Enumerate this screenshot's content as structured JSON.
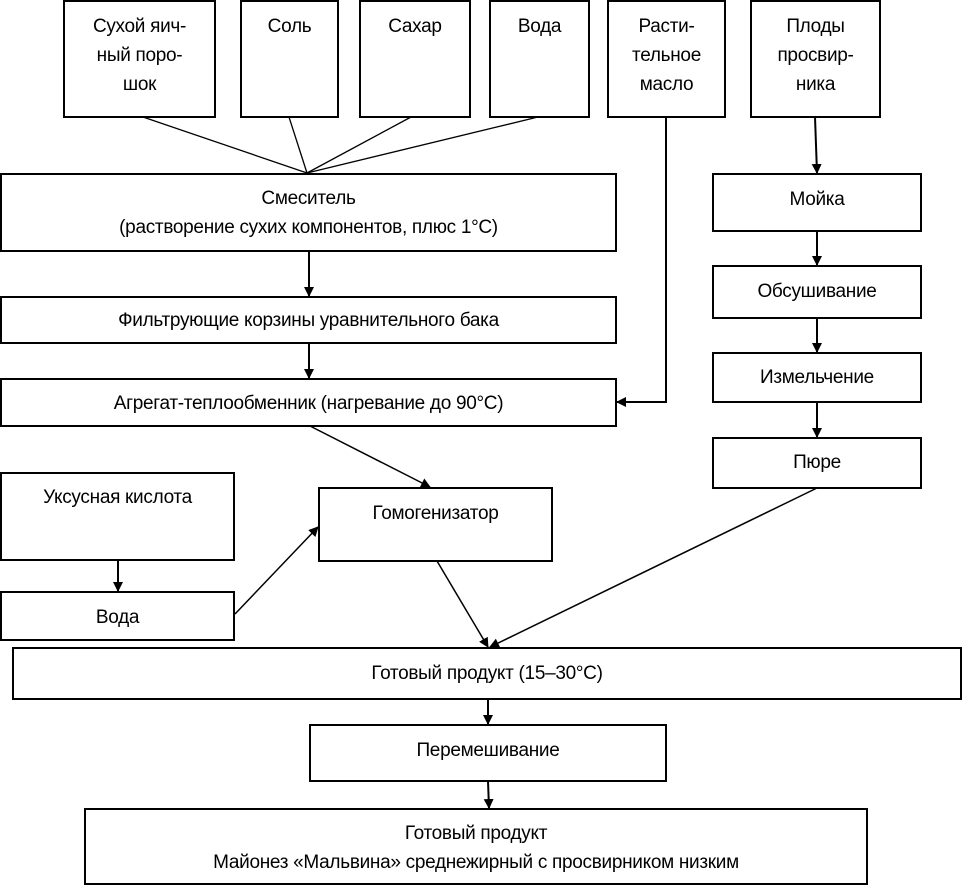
{
  "diagram": {
    "ingredients": {
      "egg_powder": [
        "Сухой яич-",
        "ный поро-",
        "шок"
      ],
      "salt": [
        "Соль"
      ],
      "sugar": [
        "Сахар"
      ],
      "water_top": [
        "Вода"
      ],
      "vegetable_oil": [
        "Расти-",
        "тельное",
        "масло"
      ],
      "marshmallow_fruits": [
        "Плоды",
        "просвир-",
        "ника"
      ]
    },
    "steps": {
      "mixer": [
        "Смеситель",
        "(растворение сухих компонентов, плюс 1°С)"
      ],
      "filter": [
        "Фильтрующие корзины уравнительного бака"
      ],
      "heat_exchanger": [
        "Агрегат-теплообменник (нагревание до 90°С)"
      ],
      "washing": [
        "Мойка"
      ],
      "drying": [
        "Обсушивание"
      ],
      "grinding": [
        "Измельчение"
      ],
      "puree": [
        "Пюре"
      ],
      "acetic_acid": [
        "Уксусная кислота"
      ],
      "water_bottom": [
        "Вода"
      ],
      "homogenizer": [
        "Гомогенизатор"
      ],
      "ready_product_temp": [
        "Готовый продукт (15–30°С)"
      ],
      "stirring": [
        "Перемешивание"
      ],
      "final_product": [
        "Готовый продукт",
        "Майонез «Мальвина» среднежирный с просвирником низким"
      ]
    }
  }
}
